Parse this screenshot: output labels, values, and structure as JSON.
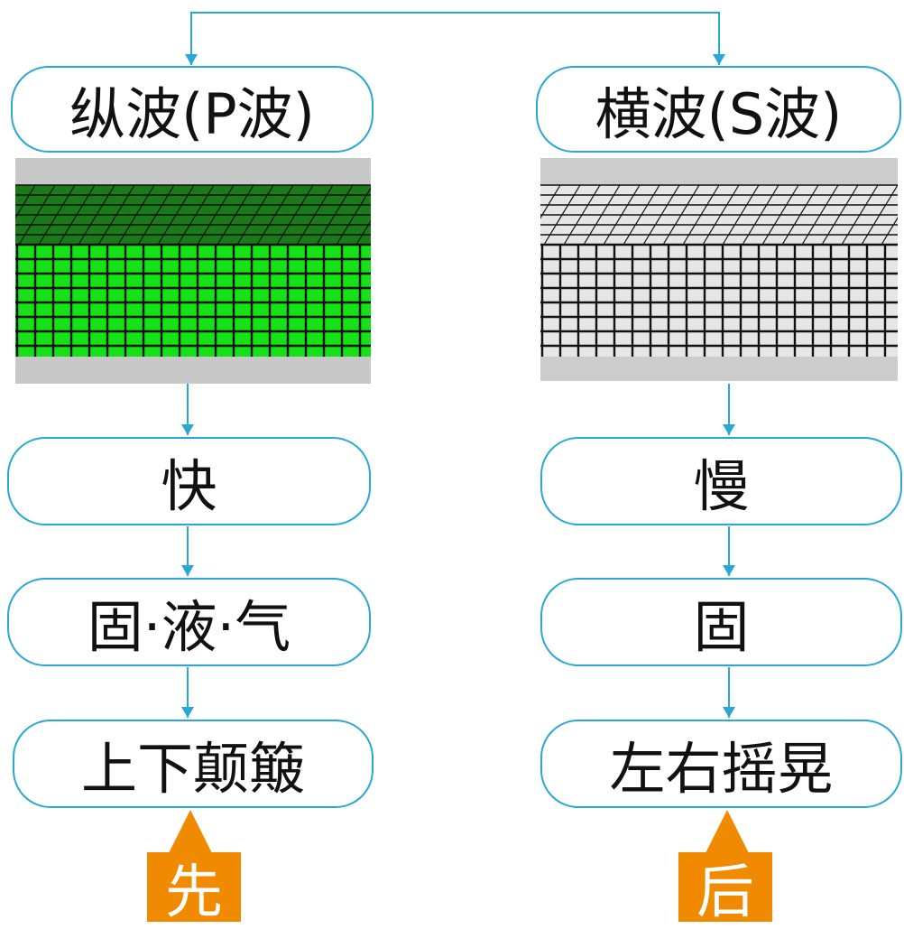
{
  "colors": {
    "accent_line": "#29a8d6",
    "tag_bg": "#f08a00",
    "p_panel_bg": "#c8c8c8",
    "p_grid_fill": "#16e016",
    "p_grid_top_fill": "#1a7a1a",
    "s_panel_bg": "#cccccc",
    "s_grid_fill": "#e6e6e6",
    "grid_line": "#111111"
  },
  "p_wave": {
    "title": "纵波(P波)",
    "speed": "快",
    "medium": "固·液·气",
    "motion": "上下颠簸",
    "order": "先"
  },
  "s_wave": {
    "title": "横波(S波)",
    "speed": "慢",
    "medium": "固",
    "motion": "左右摇晃",
    "order": "后"
  }
}
